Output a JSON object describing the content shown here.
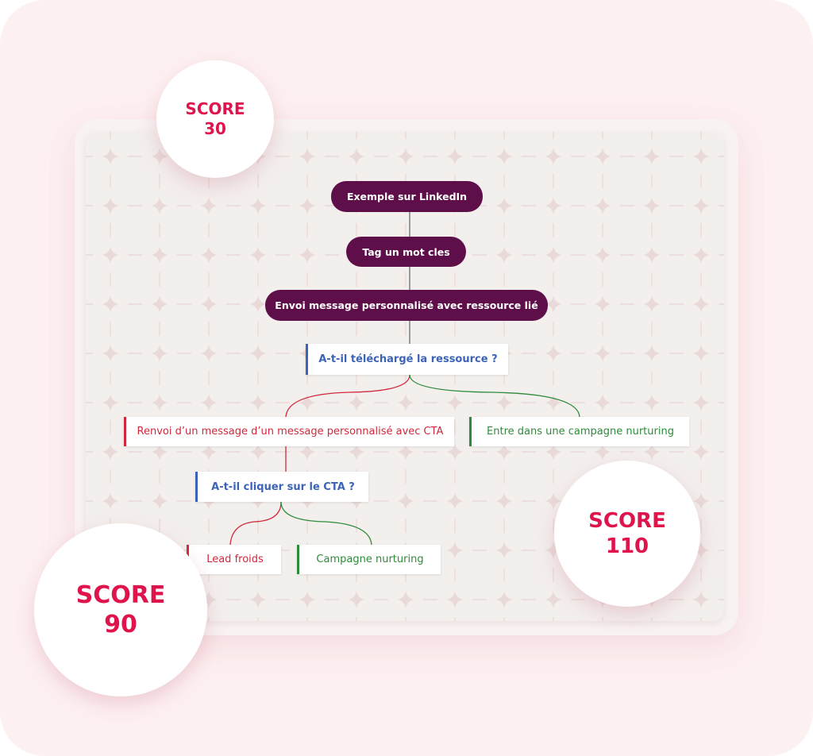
{
  "flow": {
    "start": "Exemple sur LinkedIn",
    "step_tag": "Tag un mot cles",
    "step_message": "Envoi message personnalisé avec ressource lié",
    "question_download": "A-t-il téléchargé la ressource ?",
    "branch_no_download": "Renvoi d’un message d’un message personnalisé avec CTA",
    "branch_yes_download": "Entre dans une campagne nurturing",
    "question_cta": "A-t-il cliquer sur le CTA ?",
    "branch_no_cta": "Lead froids",
    "branch_yes_cta": "Campagne nurturing"
  },
  "scores": {
    "top": {
      "label": "SCORE",
      "value": "30"
    },
    "right": {
      "label": "SCORE",
      "value": "110"
    },
    "bottom": {
      "label": "SCORE",
      "value": "90"
    }
  },
  "colors": {
    "pill": "#5e0f4a",
    "question": "#3b63b8",
    "negative": "#d0283c",
    "positive": "#2e8b3a",
    "score_text": "#e0144d",
    "outer_background": "#fdf0f1",
    "board_background": "#f3efed"
  }
}
